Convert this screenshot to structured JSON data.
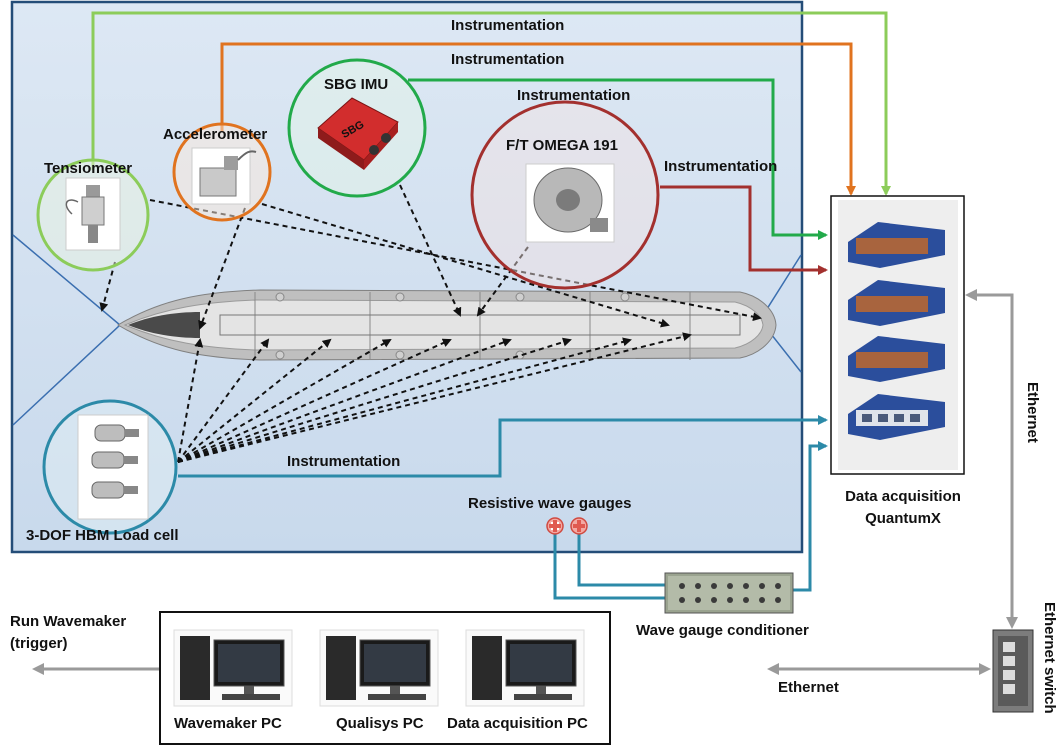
{
  "labels": {
    "instrumentation": "Instrumentation",
    "tensiometer": "Tensiometer",
    "accelerometer": "Accelerometer",
    "sbg_imu": "SBG IMU",
    "ft_omega": "F/T OMEGA 191",
    "load_cell": "3-DOF HBM Load cell",
    "wave_gauges": "Resistive wave gauges",
    "daq_line1": "Data acquisition",
    "daq_line2": "QuantumX",
    "ethernet": "Ethernet",
    "wave_gauge_conditioner": "Wave gauge conditioner",
    "run_wavemaker_line1": "Run Wavemaker",
    "run_wavemaker_line2": "(trigger)",
    "wavemaker_pc": "Wavemaker PC",
    "qualisys_pc": "Qualisys PC",
    "daq_pc": "Data acquisition PC",
    "ethernet_switch": "Ethernet switch",
    "sbg_logo": "SBG"
  },
  "colors": {
    "tank_background": "#dbe6f2",
    "tank_border": "#244d78",
    "green_light": "#8ccc5a",
    "orange": "#e0731f",
    "green": "#22aa4a",
    "dark_red": "#a3302e",
    "teal": "#2c8aa8",
    "gray_arrow": "#9a9a9a"
  }
}
